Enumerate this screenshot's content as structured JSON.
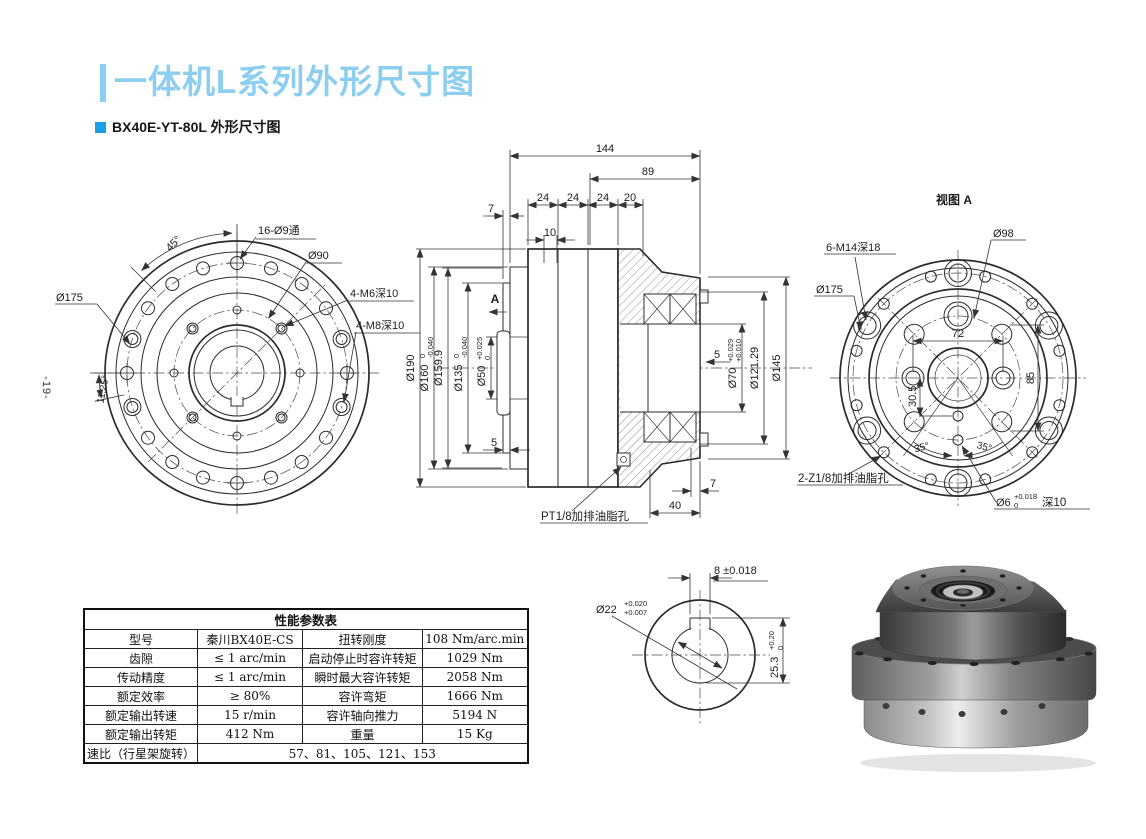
{
  "page": {
    "title": "一体机L系列外形尺寸图",
    "subtitle": "BX40E-YT-80L  外形尺寸图",
    "page_number": "-19-",
    "accent_color": "#8CCEF0",
    "subtitle_marker_color": "#19A0E6"
  },
  "front_view": {
    "labels": {
      "angle_45": "45°",
      "holes_16": "16-Ø9通",
      "bc_90": "Ø90",
      "bc_175": "Ø175",
      "tap_m6": "4-M6深10",
      "tap_m8": "4-M8深10",
      "angle_1125": "11.25°"
    }
  },
  "section_view": {
    "dims": {
      "total": "144",
      "rear": "89",
      "seg1": "24",
      "seg2": "24",
      "seg3": "24",
      "seg4": "20",
      "front_offset": "7",
      "bore_depth": "10",
      "left5": "5",
      "right5": "5",
      "bottom7": "7",
      "bottom40": "40"
    },
    "dia": {
      "d190": "Ø190",
      "d160": "Ø160",
      "d160_hi": "0",
      "d160_lo": "-0.040",
      "d1599": "Ø159.9",
      "d135": "Ø135",
      "d135_hi": "0",
      "d135_lo": "-0.040",
      "d50": "Ø50",
      "d50_hi": "+0.025",
      "d50_lo": "0",
      "d70": "Ø70",
      "d70_hi": "+0.029",
      "d70_lo": "+0.010",
      "d12129": "Ø121.29",
      "d145": "Ø145"
    },
    "section_mark": "A",
    "grease_label": "PT1/8加排油脂孔"
  },
  "rear_view": {
    "title": "视图 A",
    "labels": {
      "bc98": "Ø98",
      "tap_m14": "6-M14深18",
      "bc175": "Ø175",
      "dim72": "72",
      "dim85": "85",
      "dim305": "30.5",
      "ang35l": "35°",
      "ang35r": "35°",
      "grease": "2-Z1/8加排油脂孔",
      "dowel": "Ø6",
      "dowel_hi": "+0.018",
      "dowel_lo": "0",
      "dowel_depth": "深10"
    }
  },
  "keyway_view": {
    "labels": {
      "width": "8 ±0.018",
      "bore": "Ø22",
      "bore_hi": "+0.020",
      "bore_lo": "+0.007",
      "height": "25.3",
      "height_hi": "+0.20",
      "height_lo": "0"
    }
  },
  "table": {
    "title": "性能参数表",
    "rows": [
      [
        "型号",
        "秦川BX40E-CS",
        "扭转刚度",
        "108 Nm/arc.min"
      ],
      [
        "齿隙",
        "≤ 1 arc/min",
        "启动停止时容许转矩",
        "1029 Nm"
      ],
      [
        "传动精度",
        "≤ 1 arc/min",
        "瞬时最大容许转矩",
        "2058 Nm"
      ],
      [
        "额定效率",
        "≥ 80%",
        "容许弯矩",
        "1666 Nm"
      ],
      [
        "额定输出转速",
        "15 r/min",
        "容许轴向推力",
        "5194 N"
      ],
      [
        "额定输出转矩",
        "412 Nm",
        "重量",
        "15 Kg"
      ]
    ],
    "ratio_label": "速比（行星架旋转）",
    "ratio_value": "57、81、105、121、153"
  }
}
